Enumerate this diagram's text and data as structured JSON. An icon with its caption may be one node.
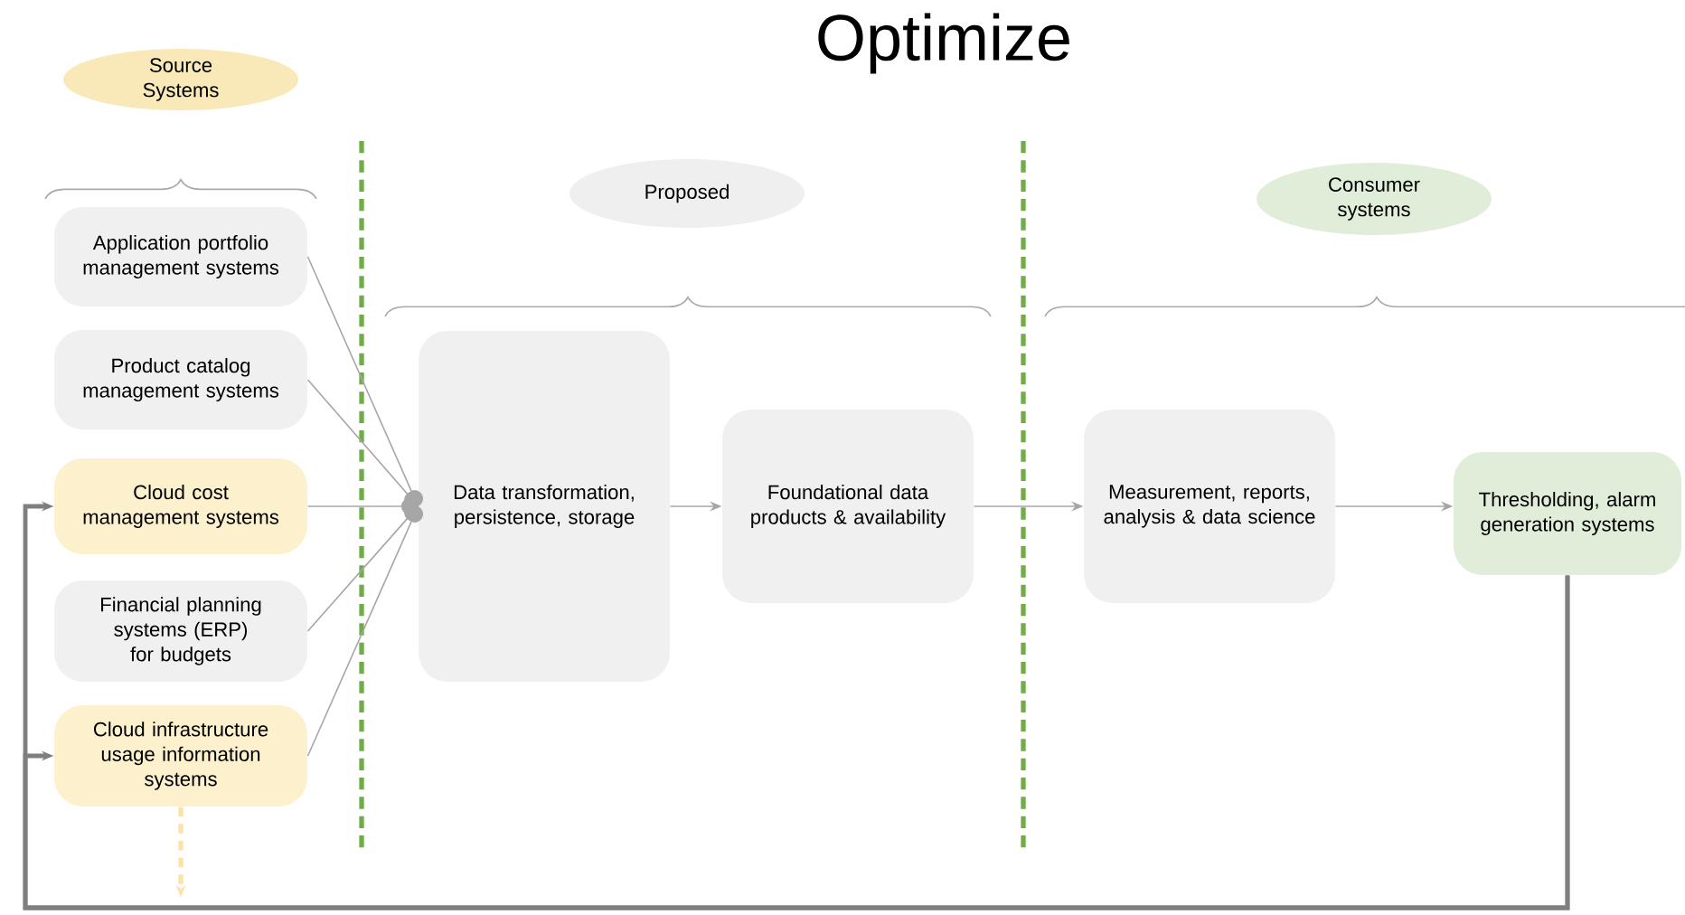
{
  "diagram": {
    "title": "Optimize",
    "nodes": [
      {
        "text": [
          "Source Systems"
        ]
      },
      {
        "text": [
          "Proposed"
        ]
      },
      {
        "text": [
          "Consumer systems"
        ]
      },
      {
        "text": [
          "Application portfolio management systems"
        ]
      },
      {
        "text": [
          "Product catalog management systems"
        ]
      },
      {
        "text": [
          "Cloud cost management systems"
        ]
      },
      {
        "text": [
          "Financial planning systems (ERP) for budgets"
        ]
      },
      {
        "text": [
          "Cloud infrastructure usage information systems"
        ]
      },
      {
        "text": [
          "Data transformation, persistence, storage"
        ]
      },
      {
        "text": [
          "Foundational data products & availability"
        ]
      },
      {
        "text": [
          "Measurement, reports, analysis & data science"
        ]
      },
      {
        "text": [
          "Thresholding, alarm generation systems"
        ]
      }
    ],
    "edges": [
      {
        "from": 3,
        "to": 8,
        "arrow": "other"
      },
      {
        "from": 4,
        "to": 8,
        "arrow": "other"
      },
      {
        "from": 5,
        "to": 8,
        "arrow": "other"
      },
      {
        "from": 6,
        "to": 8,
        "arrow": "other"
      },
      {
        "from": 7,
        "to": 8,
        "arrow": "other"
      },
      {
        "from": 8,
        "to": 9,
        "arrow": "to"
      },
      {
        "from": 9,
        "to": 10,
        "arrow": "to"
      },
      {
        "from": 10,
        "to": 11,
        "arrow": "to"
      },
      {
        "from": 11,
        "to": 5,
        "arrow": "to",
        "style": "thick",
        "color": "#7f7f7f"
      },
      {
        "from": 11,
        "to": 7,
        "arrow": "to",
        "style": "thick",
        "color": "#7f7f7f"
      },
      {
        "from": 7,
        "to": null,
        "arrow": "to",
        "style": "dashed",
        "color": "#fbe3a5"
      }
    ]
  }
}
